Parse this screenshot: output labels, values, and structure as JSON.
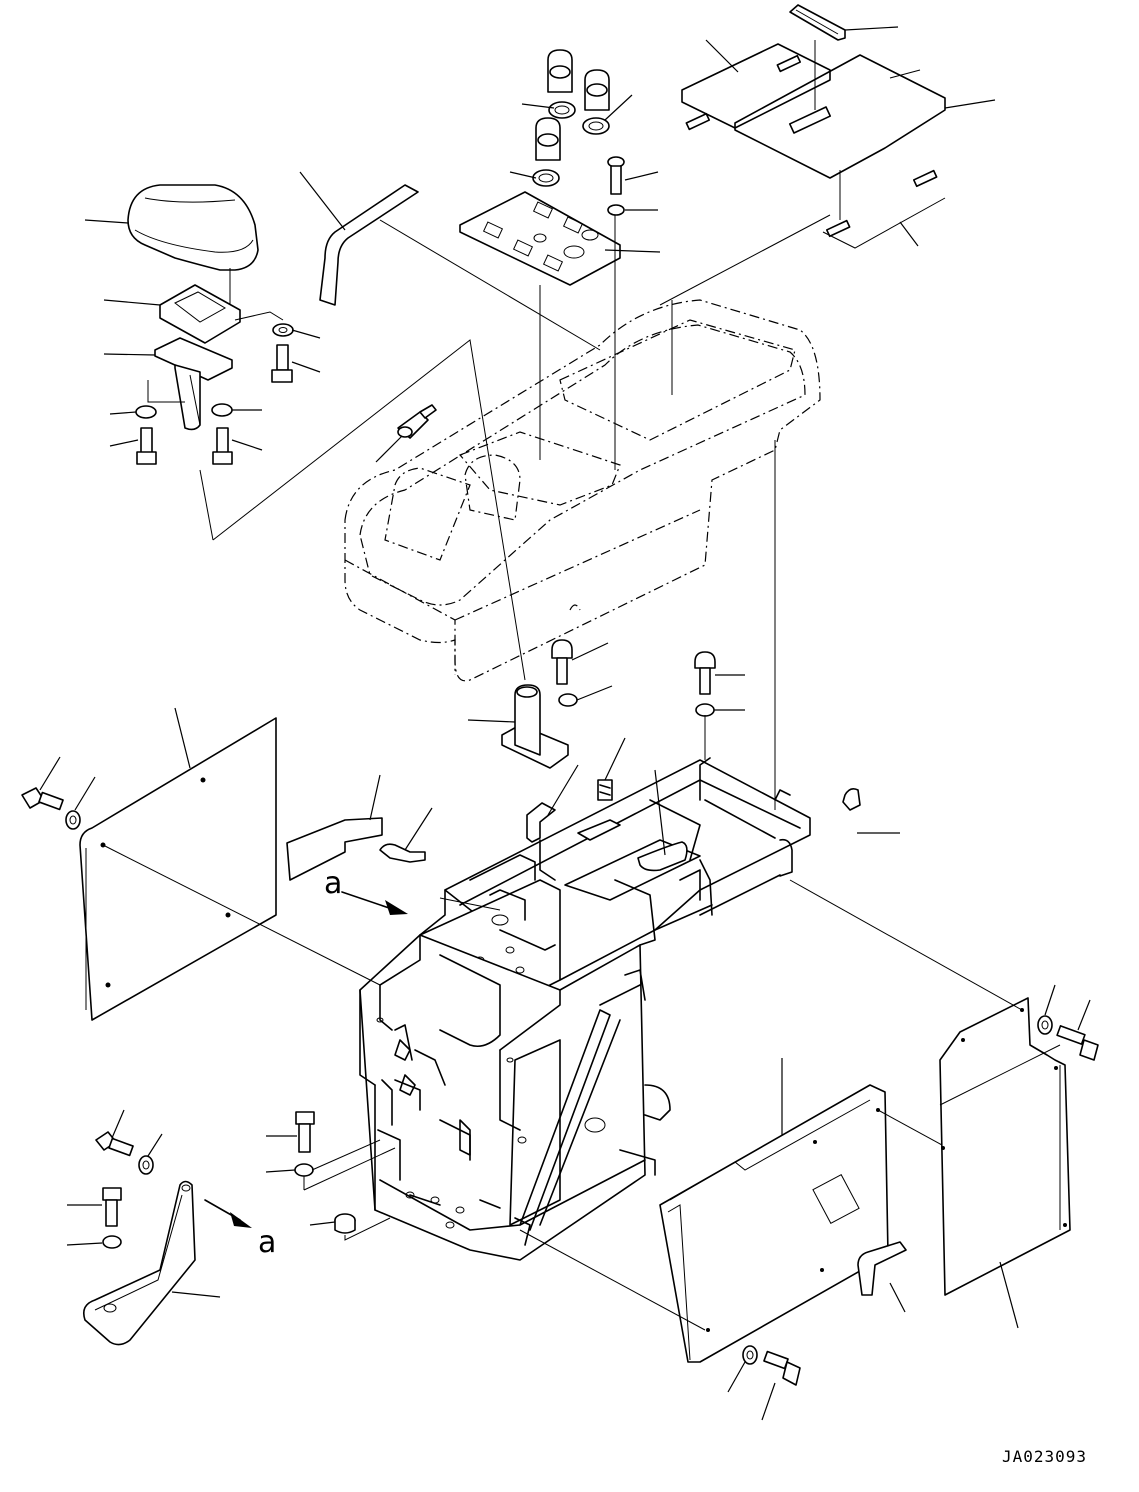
{
  "diagram": {
    "view_marker": "a",
    "view_marker_target": "a",
    "drawing_code": "JA023093"
  }
}
